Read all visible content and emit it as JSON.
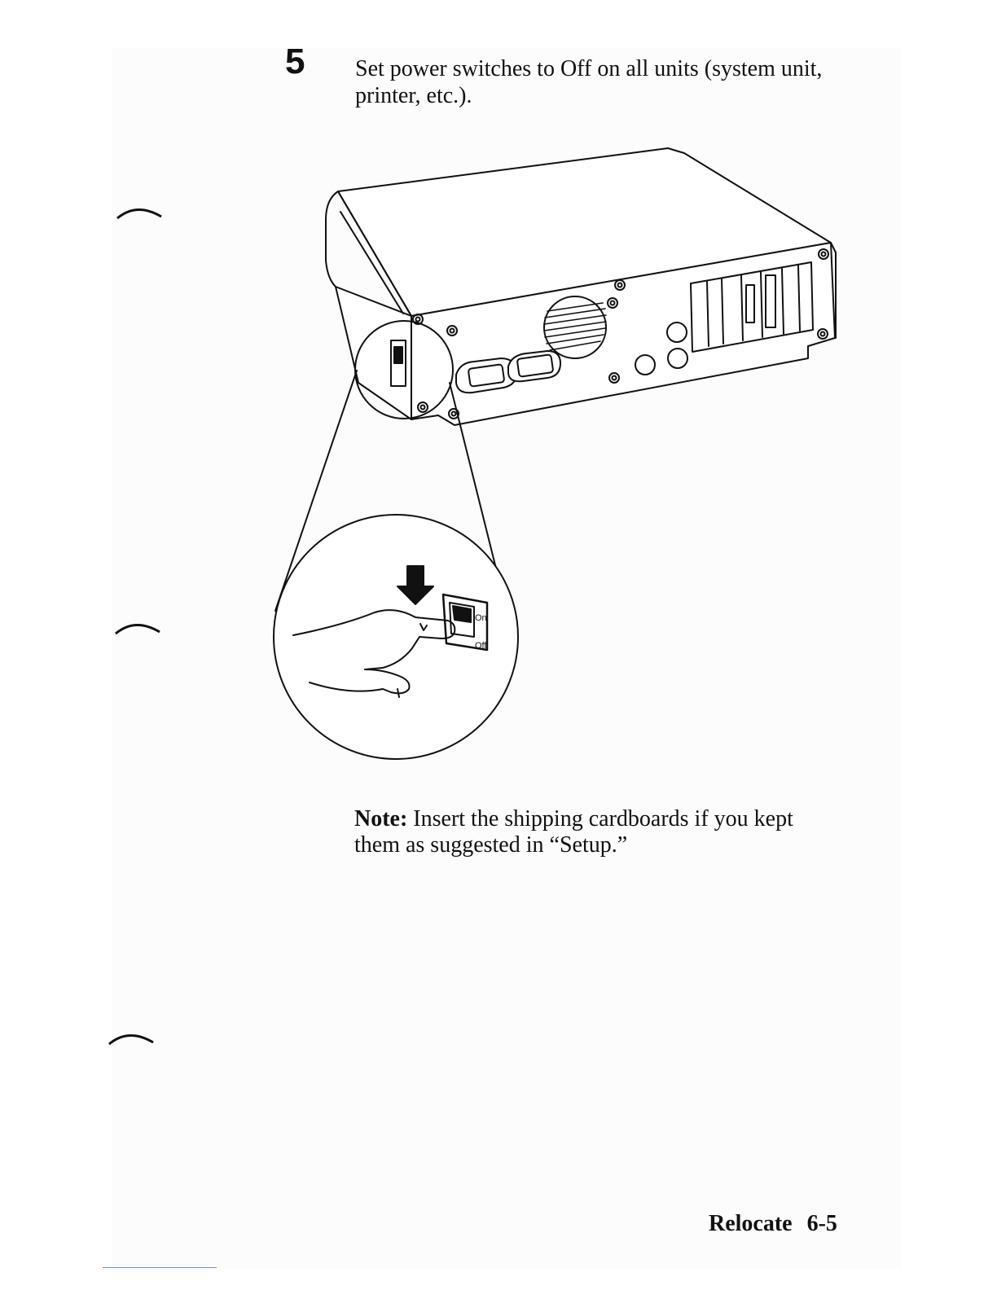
{
  "step": {
    "number": "5",
    "text": "Set power switches to Off on all units (system unit, printer, etc.)."
  },
  "illustration": {
    "switch_labels": {
      "on": "On",
      "off": "Off"
    }
  },
  "note": {
    "label": "Note:",
    "text": "Insert the shipping cardboards if you kept them as suggested in “Setup.”"
  },
  "footer": {
    "section": "Relocate",
    "page": "6-5"
  }
}
